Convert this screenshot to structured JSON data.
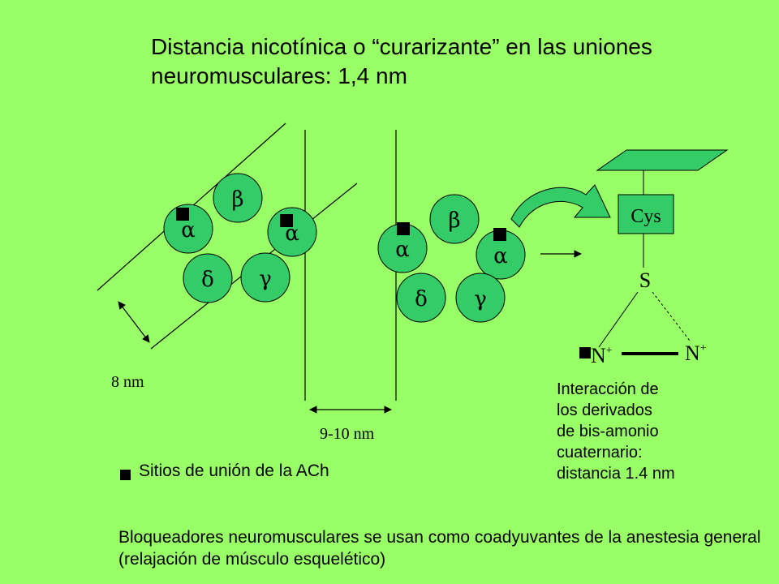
{
  "title": "Distancia nicotínica o “curarizante” en las uniones neuromusculares: 1,4 nm",
  "receptors": [
    {
      "subunits": [
        {
          "symbol": "β",
          "binding_site": false
        },
        {
          "symbol": "α",
          "binding_site": true
        },
        {
          "symbol": "α",
          "binding_site": true
        },
        {
          "symbol": "δ",
          "binding_site": false
        },
        {
          "symbol": "γ",
          "binding_site": false
        }
      ]
    },
    {
      "subunits": [
        {
          "symbol": "β",
          "binding_site": false
        },
        {
          "symbol": "α",
          "binding_site": true
        },
        {
          "symbol": "α",
          "binding_site": true
        },
        {
          "symbol": "δ",
          "binding_site": false
        },
        {
          "symbol": "γ",
          "binding_site": false
        }
      ]
    }
  ],
  "measure_receptor": "8 nm",
  "measure_gap": "9-10 nm",
  "molecule": {
    "anchor": "Cys",
    "sulfur": "S",
    "left_charge": "N",
    "right_charge": "N",
    "charge_sup": "+"
  },
  "caption": [
    "Interacción de",
    "los derivados",
    "de bis-amonio",
    "cuaternario:",
    "distancia 1.4 nm"
  ],
  "legend_label": "Sitios de unión de la ACh",
  "footer": "Bloqueadores neuromusculares se usan como coadyuvantes de la anestesia general (relajación de músculo esquelético)",
  "colors": {
    "background": "#99ff66",
    "subunit_fill": "#33cc66",
    "arrow_fill": "#33cc66",
    "line": "#000000"
  }
}
